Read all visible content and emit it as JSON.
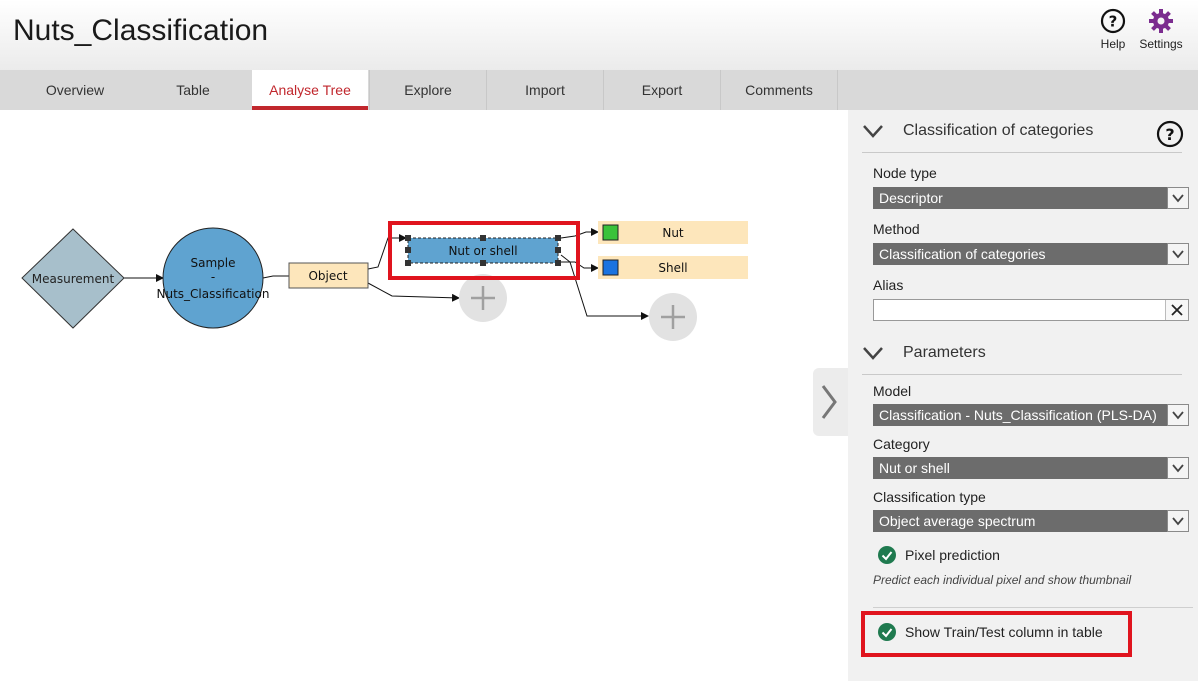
{
  "app": {
    "title": "Nuts_Classification"
  },
  "header": {
    "help_label": "Help",
    "settings_label": "Settings"
  },
  "tabs": [
    {
      "label": "Overview"
    },
    {
      "label": "Table"
    },
    {
      "label": "Analyse Tree",
      "active": true
    },
    {
      "label": "Explore"
    },
    {
      "label": "Import"
    },
    {
      "label": "Export"
    },
    {
      "label": "Comments"
    }
  ],
  "tree": {
    "measurement": "Measurement",
    "sample_line1": "Sample",
    "sample_line2": "-",
    "sample_line3": "Nuts_Classification",
    "object": "Object",
    "descriptor": "Nut or shell",
    "categories": [
      {
        "label": "Nut",
        "color": "#3ac23a"
      },
      {
        "label": "Shell",
        "color": "#1b73e0"
      }
    ]
  },
  "panel": {
    "section1_title": "Classification of categories",
    "node_type_label": "Node type",
    "node_type_value": "Descriptor",
    "method_label": "Method",
    "method_value": "Classification of categories",
    "alias_label": "Alias",
    "alias_value": "",
    "section2_title": "Parameters",
    "model_label": "Model",
    "model_value": "Classification - Nuts_Classification (PLS-DA)",
    "category_label": "Category",
    "category_value": "Nut or shell",
    "class_type_label": "Classification type",
    "class_type_value": "Object average spectrum",
    "pixel_prediction_label": "Pixel prediction",
    "pixel_prediction_hint": "Predict each individual pixel and show thumbnail",
    "show_train_test_label": "Show Train/Test column in table"
  },
  "colors": {
    "accent": "#c1272d",
    "highlight": "#e0141e",
    "check": "#1f7a4f",
    "settings": "#7b2c8f"
  }
}
